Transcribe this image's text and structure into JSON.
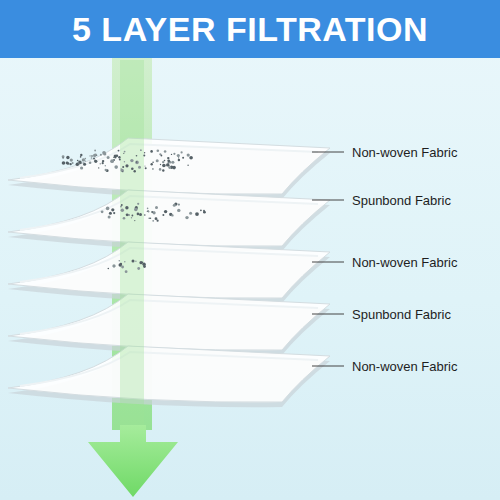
{
  "diagram": {
    "title": "5 LAYER FILTRATION",
    "labels": [
      "Non-woven Fabric",
      "Spunbond Fabric",
      "Non-woven Fabric",
      "Spunbond Fabric",
      "Non-woven Fabric"
    ]
  }
}
